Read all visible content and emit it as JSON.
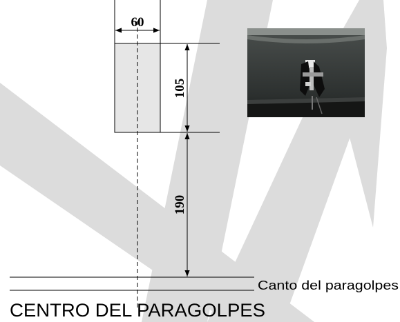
{
  "diagram": {
    "dimensions": {
      "width_top": "60",
      "height_plate": "105",
      "height_lower": "190"
    },
    "labels": {
      "bumper_edge": "Canto del paragolpes",
      "bumper_center": "CENTRO DEL PARAGOLPES"
    },
    "colors": {
      "watermark": "#dcdcdc",
      "plate_fill": "#e6e6e6",
      "line": "#000000"
    }
  }
}
